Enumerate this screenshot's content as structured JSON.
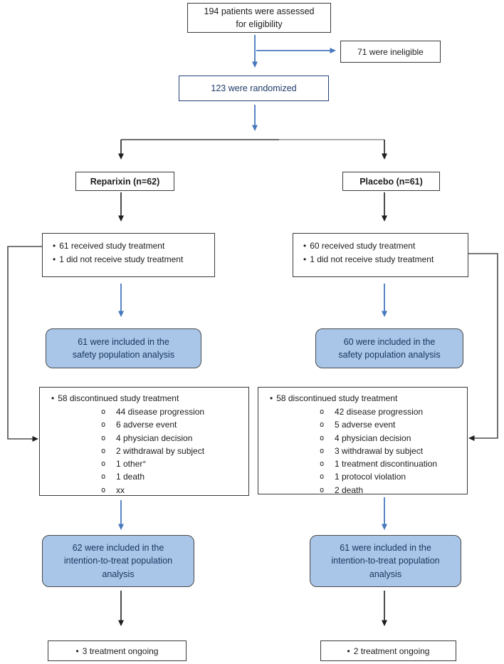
{
  "colors": {
    "blue_arrow": "#4678bd",
    "black_arrow": "#1f1f1f",
    "routing_line": "#4d4d4d",
    "split_left": "#3c3c3c",
    "split_right": "#8f8f8f",
    "box_border": "#3a3a3a",
    "randomized_border": "#24407a",
    "randomized_text": "#1f3a68",
    "blue_fill": "#a9c6e8",
    "blue_box_border": "#4a4a4a",
    "blue_box_text": "#17365d",
    "text": "#1c1c1c"
  },
  "top": {
    "assessed": "194 patients were assessed\nfor eligibility",
    "ineligible": "71 were ineligible",
    "randomized": "123 were randomized"
  },
  "arms": {
    "left": {
      "label": "Reparixin (n=62)",
      "received": [
        "61 received study treatment",
        "1 did not receive study treatment"
      ],
      "safety": "61 were included in the\nsafety population analysis",
      "discontinued_header": "58 discontinued study treatment",
      "discontinued_items": [
        "44 disease progression",
        "6 adverse event",
        "4 physician decision",
        "2 withdrawal by subject",
        "1 other°",
        "1 death",
        "xx"
      ],
      "itt": "62 were included in the\nintention-to-treat population\nanalysis",
      "ongoing": "3 treatment ongoing"
    },
    "right": {
      "label": "Placebo (n=61)",
      "received": [
        "60 received study treatment",
        "1 did not receive study treatment"
      ],
      "safety": "60 were included in the\nsafety population analysis",
      "discontinued_header": "58 discontinued study treatment",
      "discontinued_items": [
        "42 disease progression",
        "5 adverse event",
        "4 physician decision",
        "3 withdrawal by subject",
        "1 treatment discontinuation",
        "1 protocol violation",
        "2 death"
      ],
      "itt": "61 were included in the\nintention-to-treat population\nanalysis",
      "ongoing": "2 treatment ongoing"
    }
  }
}
